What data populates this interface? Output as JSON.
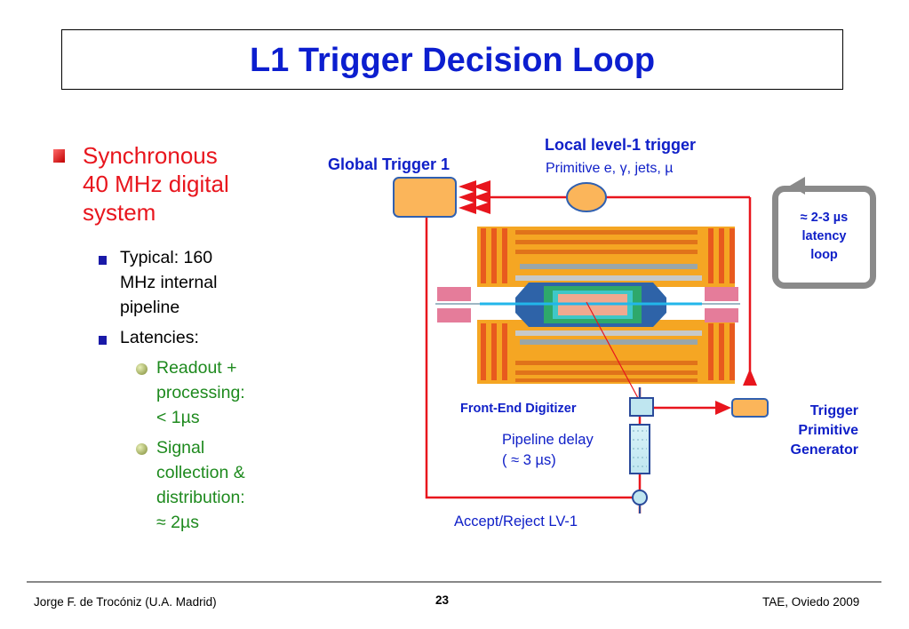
{
  "title": "L1 Trigger Decision Loop",
  "bullets": {
    "main": [
      "Synchronous",
      "40 MHz digital",
      "system"
    ],
    "sub1": [
      "Typical: 160",
      "MHz internal",
      "pipeline"
    ],
    "sub2": "Latencies:",
    "subsub1": [
      "Readout +",
      "processing:",
      "< 1µs"
    ],
    "subsub2": [
      "Signal",
      "collection &",
      "distribution:",
      "≈ 2µs"
    ]
  },
  "diagram": {
    "global_trigger": "Global Trigger 1",
    "local_trigger_title": "Local level-1 trigger",
    "local_trigger_sub": "Primitive e, γ, jets, µ",
    "latency_loop": [
      "≈ 2-3 µs",
      "latency",
      "loop"
    ],
    "front_end": "Front-End Digitizer",
    "pipeline_delay": [
      "Pipeline delay",
      "( ≈ 3 µs)"
    ],
    "accept_reject": "Accept/Reject LV-1",
    "tpg": [
      "Trigger",
      "Primitive",
      "Generator"
    ]
  },
  "footer": {
    "author": "Jorge F. de Trocóniz (U.A. Madrid)",
    "page": "23",
    "event": "TAE, Oviedo 2009"
  },
  "colors": {
    "title": "#0c1ecf",
    "red": "#e8151d",
    "orange_box": "#fbb55a",
    "green": "#1e8a1e"
  }
}
